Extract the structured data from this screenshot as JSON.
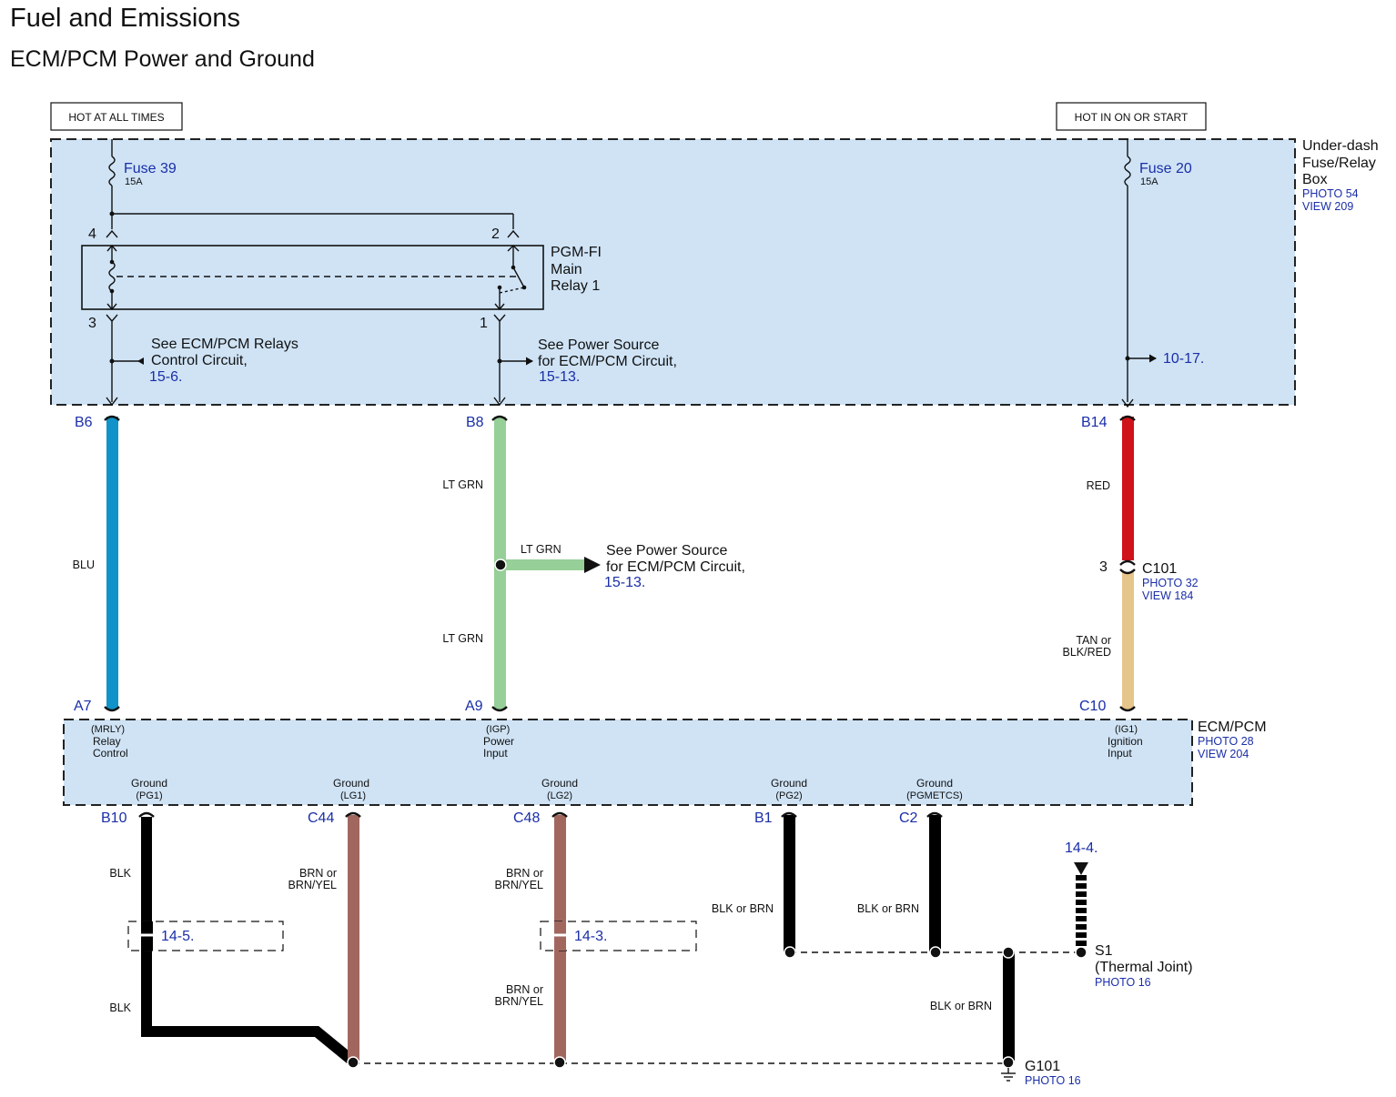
{
  "header": {
    "title": "Fuel and Emissions",
    "subtitle": "ECM/PCM Power and Ground"
  },
  "supply": {
    "left": "HOT AT ALL TIMES",
    "right": "HOT IN ON OR START"
  },
  "fuse_box": {
    "name_1": "Under-dash",
    "name_2": "Fuse/Relay",
    "name_3": "Box",
    "photo": "PHOTO 54",
    "view": "VIEW 209",
    "fuse_a": "Fuse 39",
    "fuse_a_rating": "15A",
    "fuse_b": "Fuse 20",
    "fuse_b_rating": "15A"
  },
  "relay": {
    "name_1": "PGM-FI",
    "name_2": "Main",
    "name_3": "Relay 1",
    "pin_4": "4",
    "pin_2": "2",
    "pin_3": "3",
    "pin_1": "1"
  },
  "refs": {
    "relay_ctrl_1": "See ECM/PCM Relays",
    "relay_ctrl_2": "Control Circuit,",
    "relay_ctrl_link": "15-6.",
    "power_src_1": "See Power Source",
    "power_src_2": "for ECM/PCM Circuit,",
    "power_src_link": "15-13.",
    "ig_link": "10-17.",
    "mid_src_1": "See Power Source",
    "mid_src_2": "for ECM/PCM Circuit,",
    "mid_src_link": "15-13.",
    "thermal_link": "14-4.",
    "g_link_1": "14-5.",
    "g_link_2": "14-3."
  },
  "pins_top": {
    "b6": "B6",
    "b8": "B8",
    "b14": "B14",
    "a7": "A7",
    "a9": "A9",
    "c10": "C10"
  },
  "wires": {
    "blu": "BLU",
    "lt_grn_1": "LT GRN",
    "lt_grn_2": "LT GRN",
    "lt_grn_3": "LT GRN",
    "red": "RED",
    "tan_1": "TAN or",
    "tan_2": "BLK/RED",
    "blk_1": "BLK",
    "blk_2": "BLK",
    "brn_a1": "BRN or",
    "brn_a2": "BRN/YEL",
    "brn_b1": "BRN or",
    "brn_b2": "BRN/YEL",
    "brn_c1": "BRN or",
    "brn_c2": "BRN/YEL",
    "blkbrn_1": "BLK or BRN",
    "blkbrn_2": "BLK or BRN",
    "blkbrn_3": "BLK or BRN",
    "colors": {
      "blu": "#1093c8",
      "lt_grn": "#96cf97",
      "red": "#d0121b",
      "tan": "#e6c58a",
      "blk": "#000000",
      "brn": "#a1675f"
    }
  },
  "connector_c101": {
    "name": "C101",
    "pin": "3",
    "photo": "PHOTO 32",
    "view": "VIEW 184"
  },
  "ecm": {
    "name": "ECM/PCM",
    "photo": "PHOTO 28",
    "view": "VIEW 204",
    "mrly_1": "(MRLY)",
    "mrly_2": "Relay",
    "mrly_3": "Control",
    "igp_1": "(IGP)",
    "igp_2": "Power",
    "igp_3": "Input",
    "ig1_1": "(IG1)",
    "ig1_2": "Ignition",
    "ig1_3": "Input",
    "ground_word": "Ground",
    "pg1": "(PG1)",
    "lg1": "(LG1)",
    "lg2": "(LG2)",
    "pg2": "(PG2)",
    "pgmetcs": "(PGMETCS)"
  },
  "pins_bottom": {
    "b10": "B10",
    "c44": "C44",
    "c48": "C48",
    "b1": "B1",
    "c2": "C2"
  },
  "splice": {
    "name": "S1",
    "desc": "(Thermal Joint)",
    "photo": "PHOTO 16"
  },
  "ground": {
    "name": "G101",
    "photo": "PHOTO 16"
  }
}
